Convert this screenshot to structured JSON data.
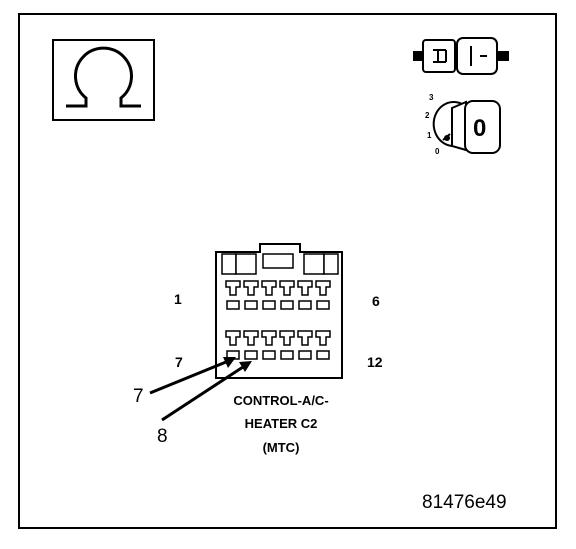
{
  "ohmmeter_icon": {
    "icon": "ohm-symbol-icon"
  },
  "connector_icon": {
    "icon": "connector-disconnect-icon"
  },
  "ignition_icon": {
    "icon": "ignition-switch-key-icon",
    "positions": [
      "3",
      "2",
      "1",
      "0"
    ],
    "key_label": "0"
  },
  "connector": {
    "pin_labels": {
      "top_left": "1",
      "top_right": "6",
      "bottom_left": "7",
      "bottom_right": "12"
    },
    "callouts": [
      "7",
      "8"
    ],
    "caption": [
      "CONTROL-A/C-",
      "HEATER C2",
      "(MTC)"
    ]
  },
  "figure_id": "81476e49"
}
